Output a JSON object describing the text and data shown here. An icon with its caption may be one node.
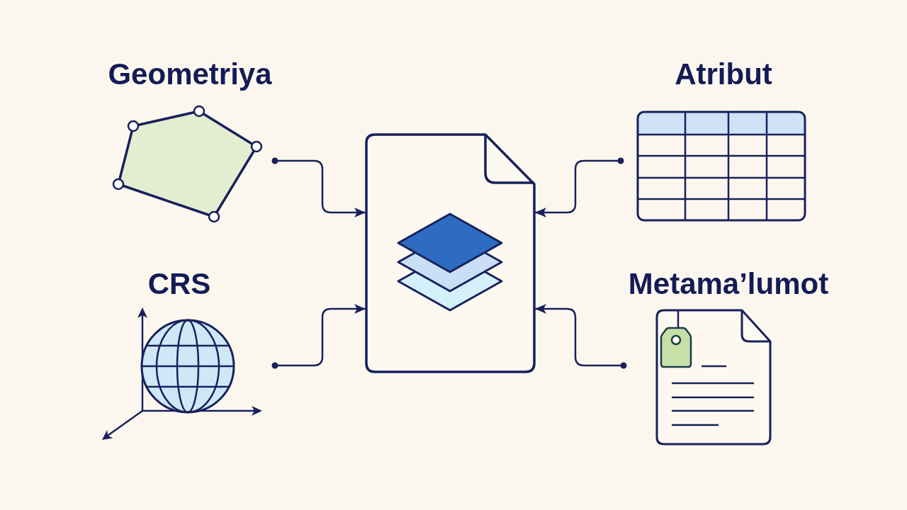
{
  "diagram": {
    "nodes": [
      {
        "text": [
          "Geometriya"
        ]
      },
      {
        "text": [
          "Atribut"
        ]
      },
      {
        "text": [
          "CRS"
        ]
      },
      {
        "text": [
          "Metama’lumot"
        ]
      },
      {
        "text": [],
        "shape": "picture"
      }
    ],
    "edges": [
      {
        "from": 0,
        "to": 4,
        "arrow": "to"
      },
      {
        "from": 1,
        "to": 4,
        "arrow": "to"
      },
      {
        "from": 2,
        "to": 4,
        "arrow": "to"
      },
      {
        "from": 3,
        "to": 4,
        "arrow": "to"
      }
    ]
  }
}
